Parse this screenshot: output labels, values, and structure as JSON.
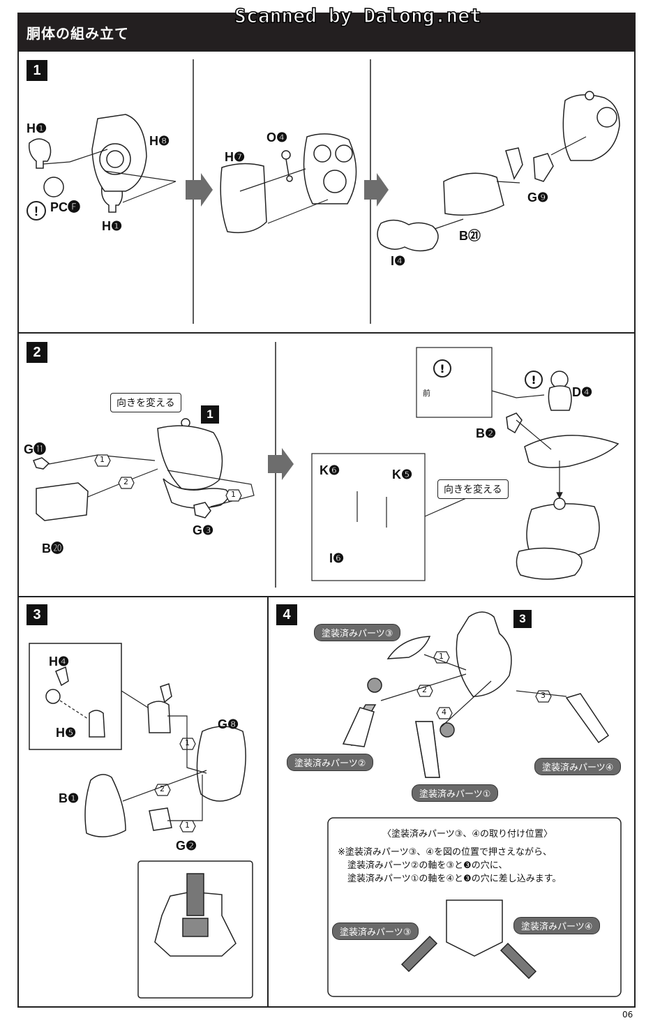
{
  "watermark": "Scanned by Dalong.net",
  "header": {
    "title": "胴体の組み立て"
  },
  "steps": {
    "s1": {
      "num": "1",
      "labels": {
        "h1a": "H❶",
        "h8": "H❽",
        "pcf": "PC🅕",
        "h1b": "H❶",
        "h7": "H❼",
        "o4": "O❹",
        "g9": "G❾",
        "b21": "B㉑",
        "i4": "I❹"
      }
    },
    "s2": {
      "num": "2",
      "change_dir_a": "向きを変える",
      "ref_num": "1",
      "labels": {
        "g11": "G⓫",
        "b20": "B⓴",
        "g3": "G❸",
        "d4": "D❹",
        "b2": "B❷",
        "k6": "K❻",
        "k5": "K❺",
        "i6": "I❻"
      },
      "front_label": "前",
      "change_dir_b": "向きを変える",
      "seq": {
        "a": "1",
        "b": "2",
        "c": "1"
      }
    },
    "s3": {
      "num": "3",
      "labels": {
        "h4": "H❹",
        "h5": "H❺",
        "g8": "G❽",
        "b1": "B❶",
        "g2": "G❷"
      },
      "seq": {
        "a": "1",
        "b": "2",
        "c": "1"
      }
    },
    "s4": {
      "num": "4",
      "ref_num": "3",
      "pills": {
        "p3": "塗装済みパーツ③",
        "p2": "塗装済みパーツ②",
        "p1": "塗装済みパーツ①",
        "p4": "塗装済みパーツ④"
      },
      "seq": {
        "a": "1",
        "b": "2",
        "c": "3",
        "d": "4"
      },
      "note": {
        "title": "〈塗装済みパーツ③、④の取り付け位置〉",
        "line1": "※塗装済みパーツ③、④を図の位置で押さえながら、",
        "line2": "塗装済みパーツ②の軸を③と❸の穴に、",
        "line3": "塗装済みパーツ①の軸を④と❸の穴に差し込みます。",
        "pill3": "塗装済みパーツ③",
        "pill4": "塗装済みパーツ④"
      }
    }
  },
  "page_number": "06"
}
